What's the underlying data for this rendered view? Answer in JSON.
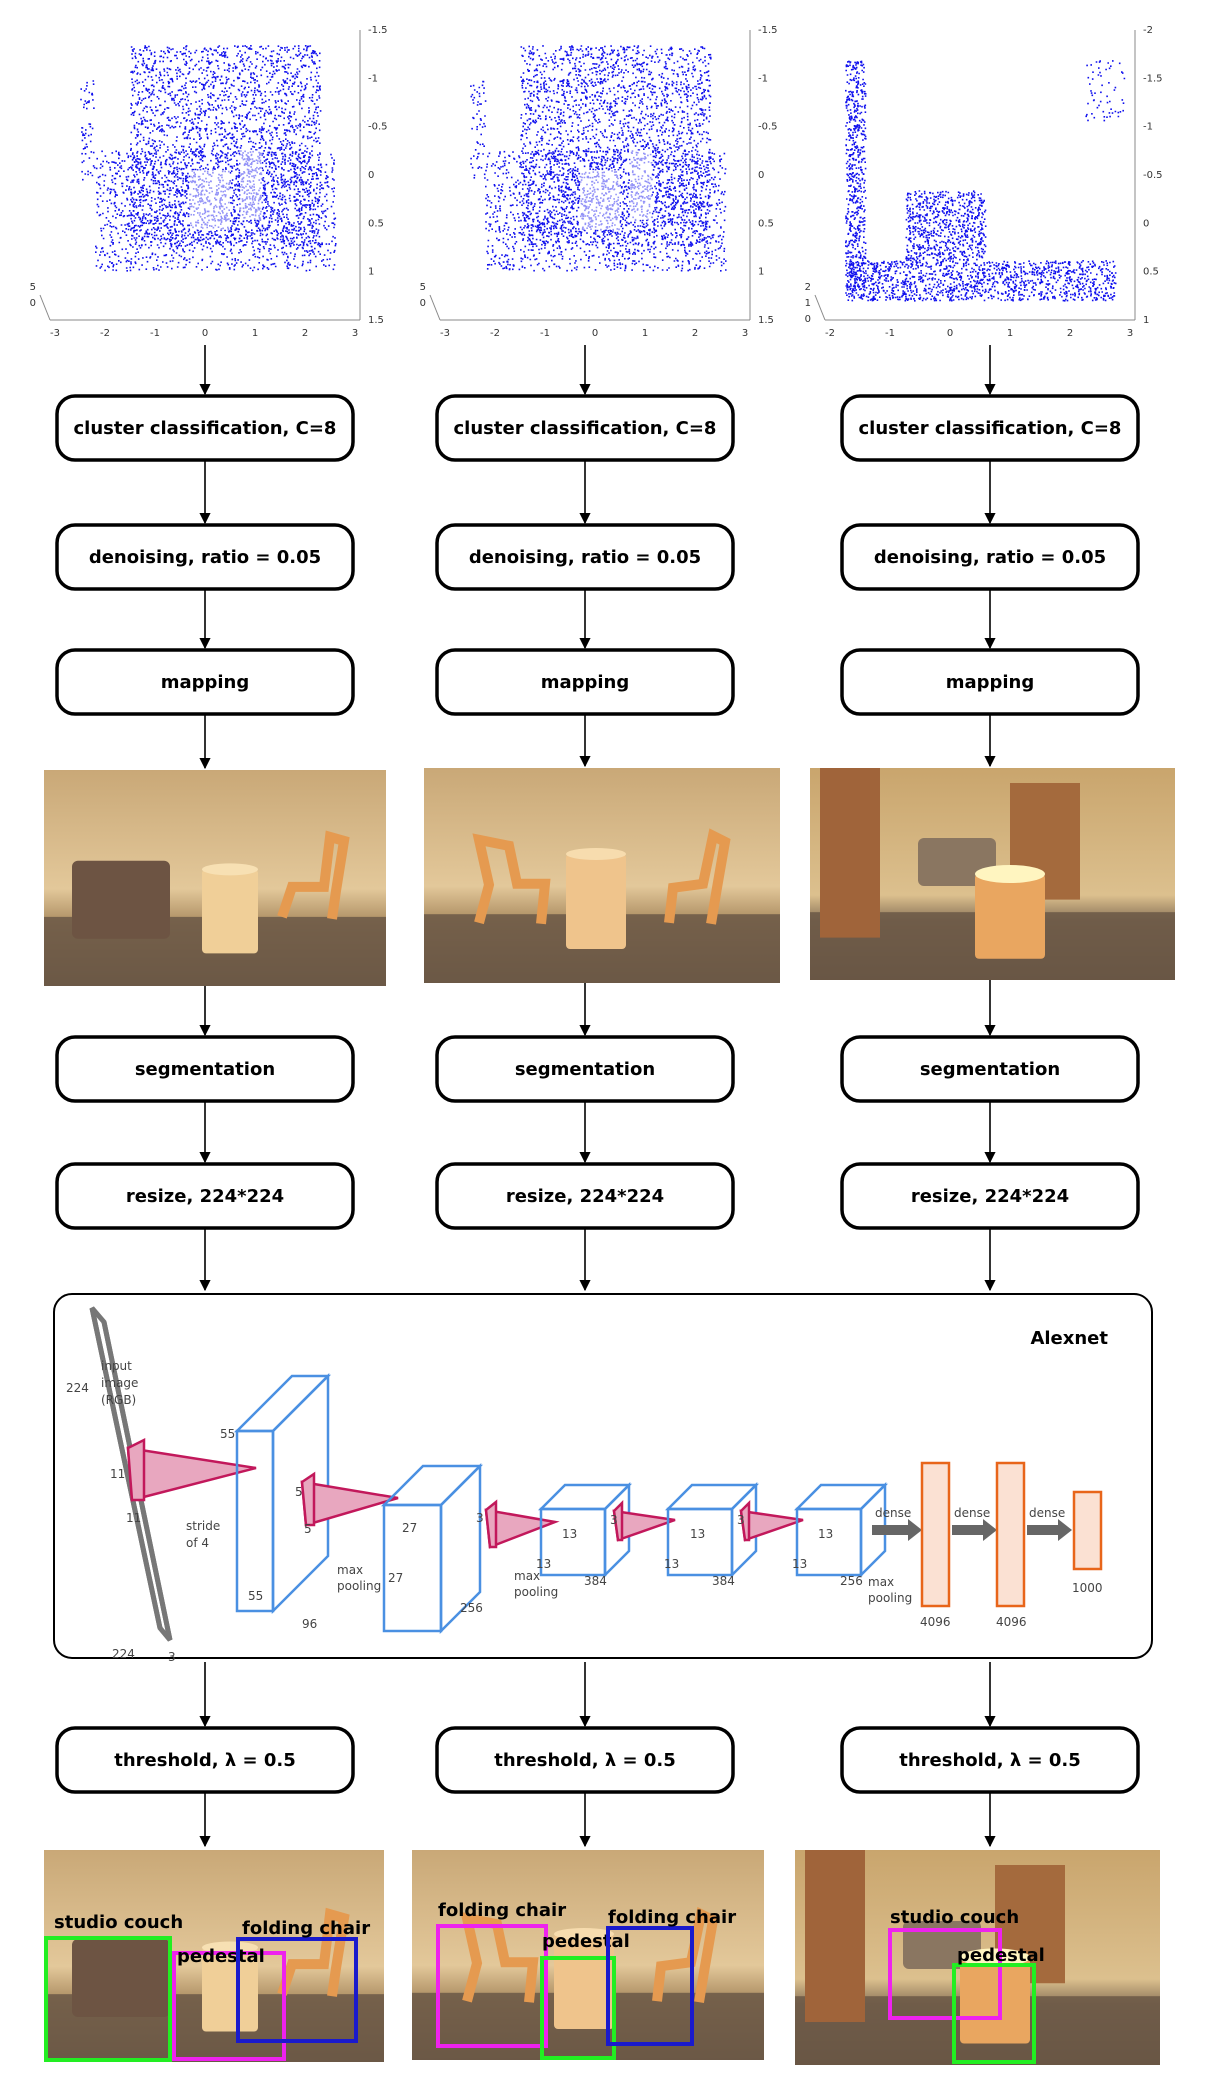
{
  "columns": [
    {
      "steps": [
        "cluster classification, C=8",
        "denoising, ratio = 0.05",
        "mapping",
        "segmentation",
        "resize, 224*224",
        "threshold, λ = 0.5"
      ],
      "plot_ticks": {
        "right": [
          "-1.5",
          "-1",
          "-0.5",
          "0",
          "0.5",
          "1",
          "1.5"
        ],
        "bottom": [
          "-3",
          "-2",
          "-1",
          "0",
          "1",
          "2",
          "3"
        ],
        "left": [
          "5",
          "0"
        ]
      },
      "detections": [
        {
          "label": "studio couch",
          "color": "#22ee22"
        },
        {
          "label": "pedestal",
          "color": "#ee22ee"
        },
        {
          "label": "folding chair",
          "color": "#1a1acc"
        }
      ]
    },
    {
      "steps": [
        "cluster classification, C=8",
        "denoising, ratio = 0.05",
        "mapping",
        "segmentation",
        "resize, 224*224",
        "threshold, λ = 0.5"
      ],
      "plot_ticks": {
        "right": [
          "-1.5",
          "-1",
          "-0.5",
          "0",
          "0.5",
          "1",
          "1.5"
        ],
        "bottom": [
          "-3",
          "-2",
          "-1",
          "0",
          "1",
          "2",
          "3"
        ],
        "left": [
          "5",
          "0"
        ]
      },
      "detections": [
        {
          "label": "folding chair",
          "color": "#ee22ee"
        },
        {
          "label": "pedestal",
          "color": "#22ee22"
        },
        {
          "label": "folding chair",
          "color": "#1a1acc"
        }
      ]
    },
    {
      "steps": [
        "cluster classification, C=8",
        "denoising, ratio = 0.05",
        "mapping",
        "segmentation",
        "resize, 224*224",
        "threshold, λ = 0.5"
      ],
      "plot_ticks": {
        "right": [
          "-2",
          "-1.5",
          "-1",
          "-0.5",
          "0",
          "0.5",
          "1"
        ],
        "bottom": [
          "-2",
          "-1",
          "0",
          "1",
          "2",
          "3"
        ],
        "left": [
          "2",
          "1",
          "0"
        ]
      },
      "detections": [
        {
          "label": "studio couch",
          "color": "#ee22ee"
        },
        {
          "label": "pedestal",
          "color": "#22ee22"
        }
      ]
    }
  ],
  "alexnet": {
    "title": "Alexnet",
    "input_label": [
      "input",
      "image",
      "(RGB)"
    ],
    "labels": {
      "n224a": "224",
      "n224b": "224",
      "n3": "3",
      "n11a": "11",
      "n11b": "11",
      "stride": [
        "stride",
        "of 4"
      ],
      "n55a": "55",
      "n55b": "55",
      "n5a": "5",
      "n5b": "5",
      "n96": "96",
      "pool1": [
        "max",
        "pooling"
      ],
      "n27a": "27",
      "n27b": "27",
      "n256a": "256",
      "pool2": [
        "max",
        "pooling"
      ],
      "n3a": "3",
      "n3b": "3",
      "n3c": "3",
      "n13a": "13",
      "n13b": "13",
      "n13c": "13",
      "n13d": "13",
      "n13e": "13",
      "n13f": "13",
      "n384a": "384",
      "n384b": "384",
      "n256b": "256",
      "pool3": [
        "max",
        "pooling"
      ],
      "dense": "dense",
      "n4096a": "4096",
      "n4096b": "4096",
      "n1000": "1000"
    },
    "colors": {
      "frame": "#777777",
      "conv": "#4a90e2",
      "kernel": "#c2185b",
      "dense": "#e8651a"
    }
  }
}
